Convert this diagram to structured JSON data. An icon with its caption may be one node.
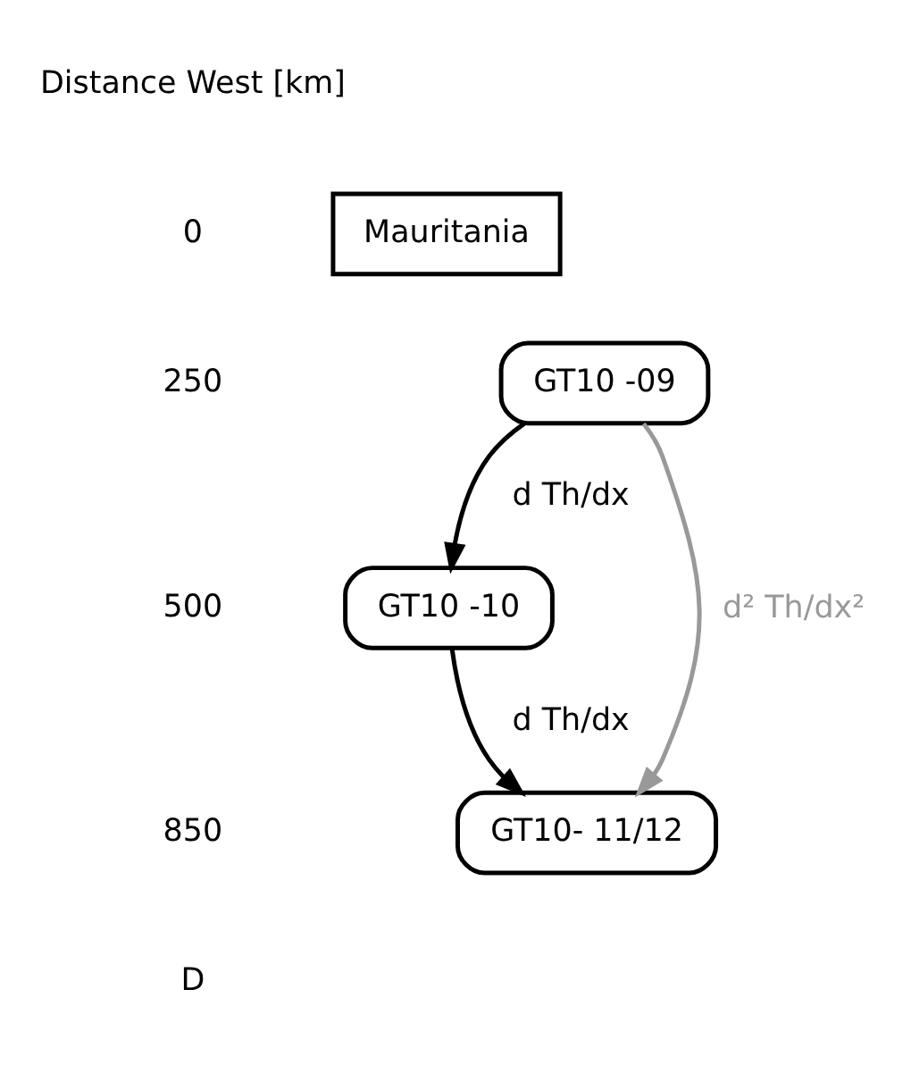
{
  "diagram": {
    "nodes": [
      {
        "text": [
          "Mauritania"
        ]
      },
      {
        "text": [
          "GT10 -09"
        ]
      },
      {
        "text": [
          "GT10 -10"
        ]
      },
      {
        "text": [
          "GT10- 11/12"
        ]
      }
    ],
    "edges": [
      {
        "from": 1,
        "to": 2,
        "arrow": "to",
        "label": "d Th/dx"
      },
      {
        "from": 2,
        "to": 3,
        "arrow": "to",
        "label": "d Th/dx"
      },
      {
        "from": 1,
        "to": 3,
        "arrow": "to",
        "label": "d² Th/dx²",
        "color": "#999999"
      }
    ],
    "labels": [
      "Distance West [km]",
      "0",
      "250",
      "500",
      "850",
      "D"
    ]
  }
}
